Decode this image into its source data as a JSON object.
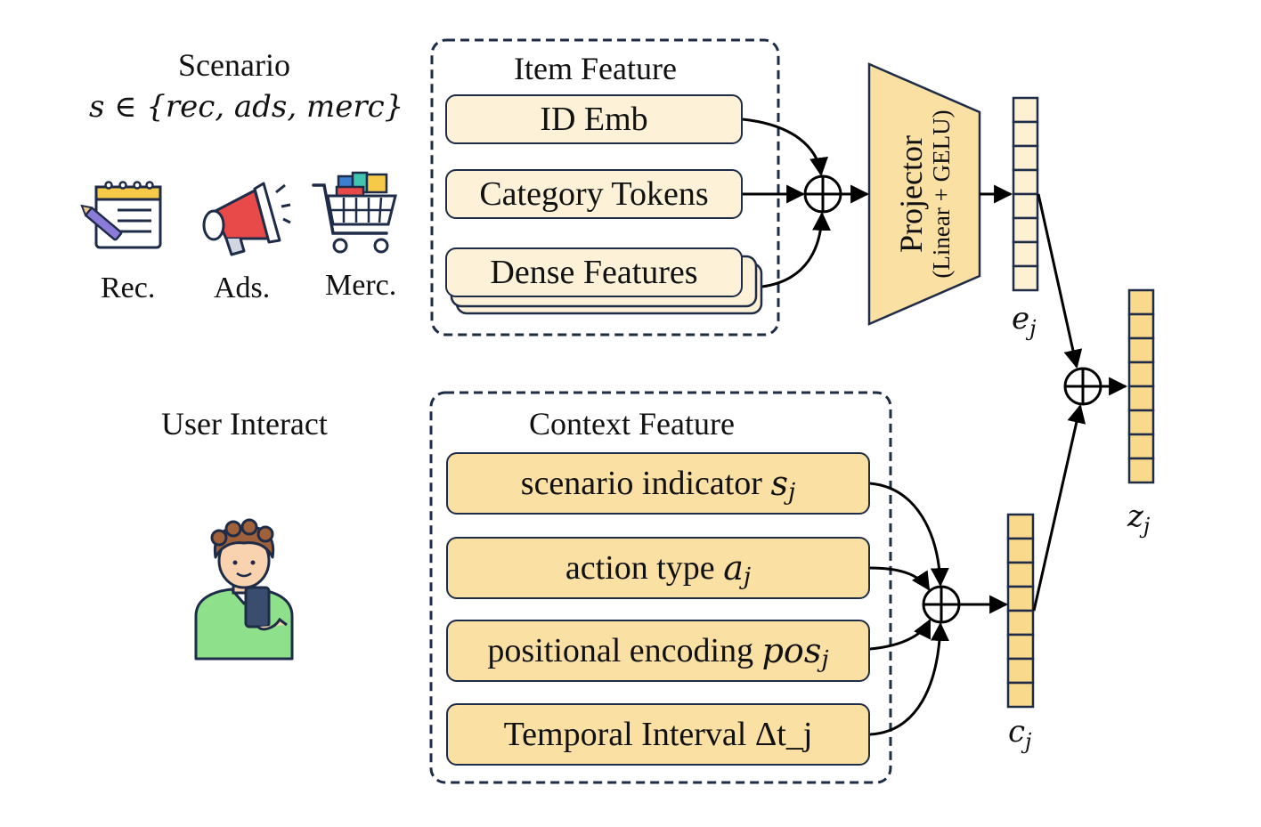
{
  "scenario": {
    "title": "Scenario",
    "formula": "s ∈ {rec, ads, merc}",
    "icons": [
      {
        "icon": "notepad-pen-icon",
        "label": "Rec."
      },
      {
        "icon": "megaphone-icon",
        "label": "Ads."
      },
      {
        "icon": "shopping-cart-icon",
        "label": "Merc."
      }
    ]
  },
  "user": {
    "title": "User Interact",
    "icon": "user-with-phone-icon"
  },
  "item_feature": {
    "title": "Item Feature",
    "items": [
      "ID Emb",
      "Category Tokens",
      "Dense Features"
    ]
  },
  "context_feature": {
    "title": "Context Feature",
    "items": [
      {
        "text": "scenario indicator ",
        "var": "s",
        "sub": "j"
      },
      {
        "text": "action type ",
        "var": "a",
        "sub": "j"
      },
      {
        "text": "positional encoding ",
        "var": "pos",
        "sub": "j"
      },
      {
        "text": "Temporal Interval Δt_j",
        "var": "",
        "sub": ""
      }
    ]
  },
  "projector": {
    "title": "Projector",
    "subtitle": "(Linear + GELU)"
  },
  "outputs": {
    "e": {
      "var": "e",
      "sub": "j"
    },
    "c": {
      "var": "c",
      "sub": "j"
    },
    "z": {
      "var": "z",
      "sub": "j"
    }
  },
  "colors": {
    "dark_navy": "#1e2c48",
    "item_fill": "#fdf2d8",
    "context_fill": "#fbe0a4",
    "cell_light": "#fdf0d3",
    "cell_dark": "#f9d98c"
  }
}
